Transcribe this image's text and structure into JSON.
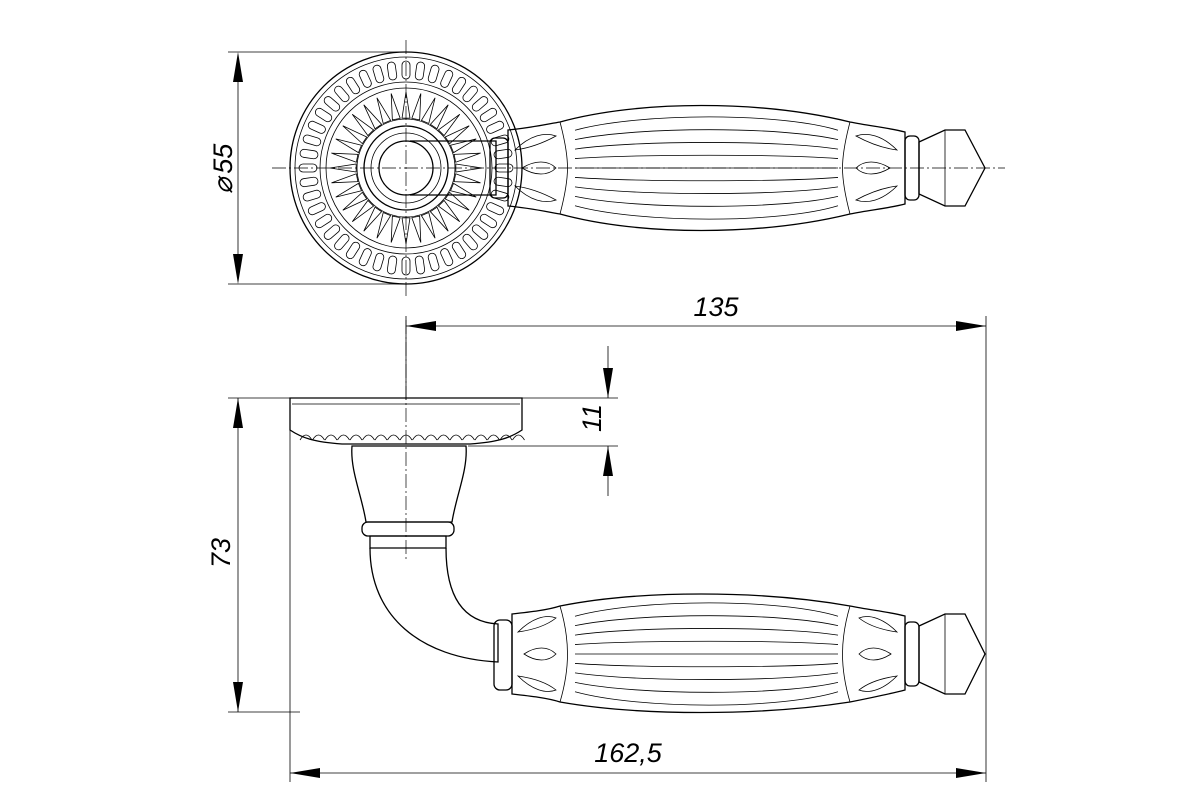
{
  "dimensions": {
    "diameter_symbol": "⌀",
    "diameter_value": "55",
    "total_length": "162,5",
    "handle_length": "135",
    "rose_height": "11",
    "total_height": "73"
  }
}
